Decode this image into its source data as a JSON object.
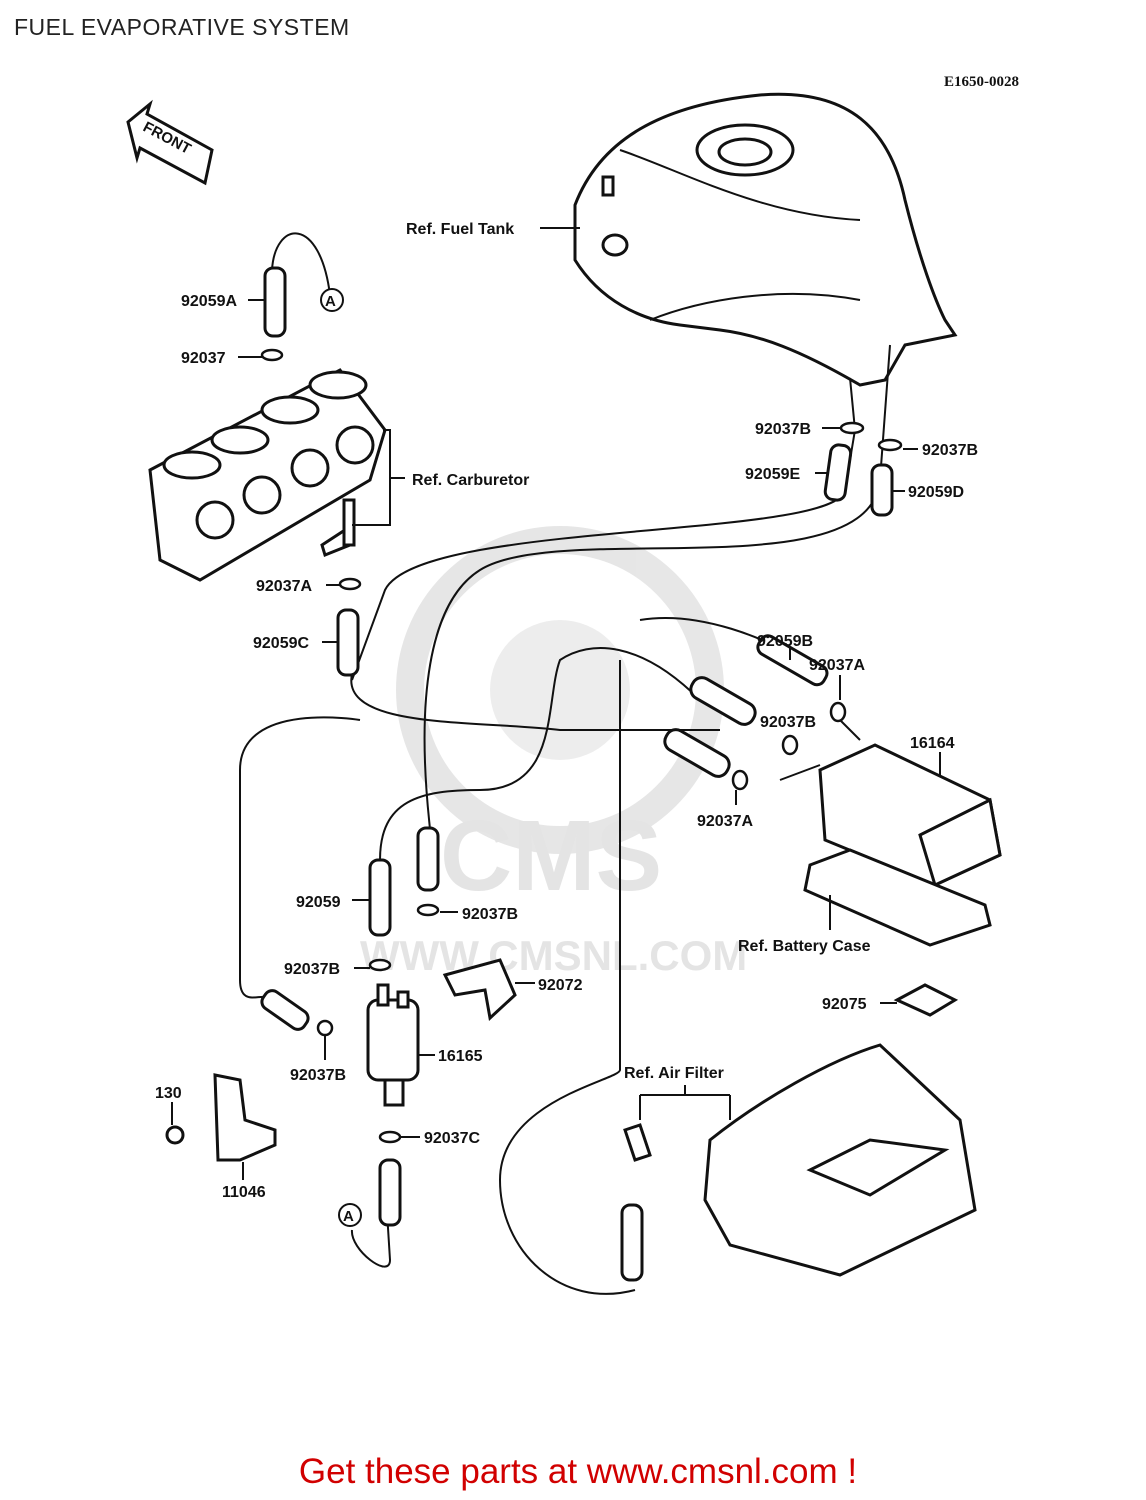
{
  "header": {
    "title": "FUEL EVAPORATIVE SYSTEM",
    "diagram_code": "E1650-0028"
  },
  "front_arrow": {
    "text": "FRONT"
  },
  "watermark": {
    "logo": "CMS",
    "url": "WWW.CMSNL.COM"
  },
  "labels": {
    "ref_fuel_tank": "Ref. Fuel Tank",
    "ref_carburetor": "Ref. Carburetor",
    "ref_battery_case": "Ref. Battery Case",
    "ref_air_filter": "Ref. Air Filter",
    "p92059A": "92059A",
    "p92037": "92037",
    "p92037A_1": "92037A",
    "p92059C": "92059C",
    "p92037B_1": "92037B",
    "p92037B_2": "92037B",
    "p92059E": "92059E",
    "p92059D": "92059D",
    "p92059B": "92059B",
    "p92037A_2": "92037A",
    "p92037B_3": "92037B",
    "p16164": "16164",
    "p92037A_3": "92037A",
    "p92059": "92059",
    "p92037B_4": "92037B",
    "p92037B_5": "92037B",
    "p92072": "92072",
    "p92075": "92075",
    "p16165": "16165",
    "p92037B_6": "92037B",
    "p130": "130",
    "p11046": "11046",
    "p92037C": "92037C",
    "connector_a_top": "A",
    "connector_a_bottom": "A"
  },
  "footer": {
    "cta": "Get these parts at www.cmsnl.com !"
  }
}
